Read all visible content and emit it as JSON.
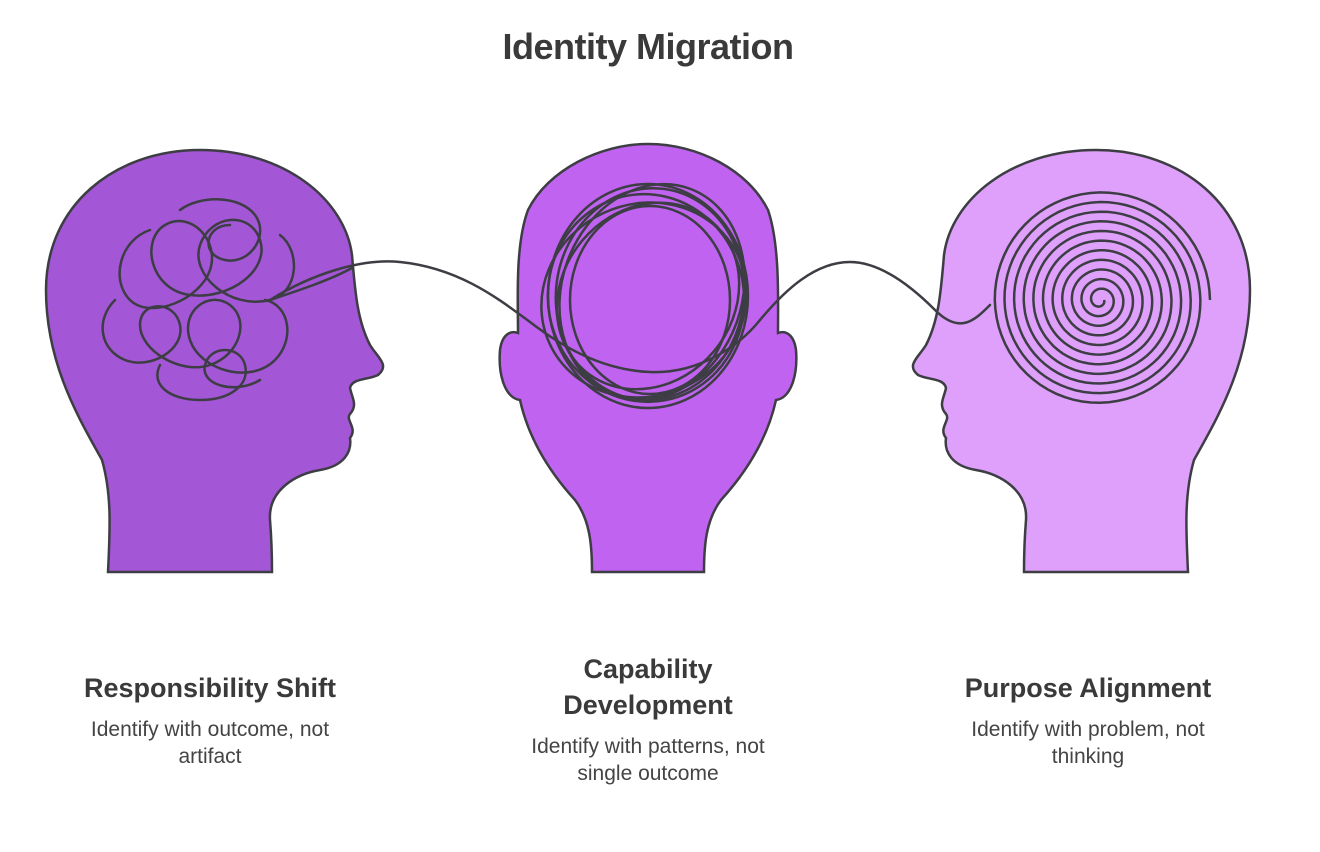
{
  "title": "Identity Migration",
  "colors": {
    "head_left": "#a356d6",
    "head_center": "#c063f0",
    "head_right": "#dfa0fb",
    "outline": "#3d3d44",
    "text": "#3a3a3a"
  },
  "stages": [
    {
      "heading": "Responsibility Shift",
      "description": "Identify with outcome, not artifact",
      "icon": "tangled-scribble-icon"
    },
    {
      "heading": "Capability Development",
      "description": "Identify with patterns, not single outcome",
      "icon": "circular-loops-icon"
    },
    {
      "heading": "Purpose Alignment",
      "description": "Identify with problem, not thinking",
      "icon": "spiral-icon"
    }
  ]
}
